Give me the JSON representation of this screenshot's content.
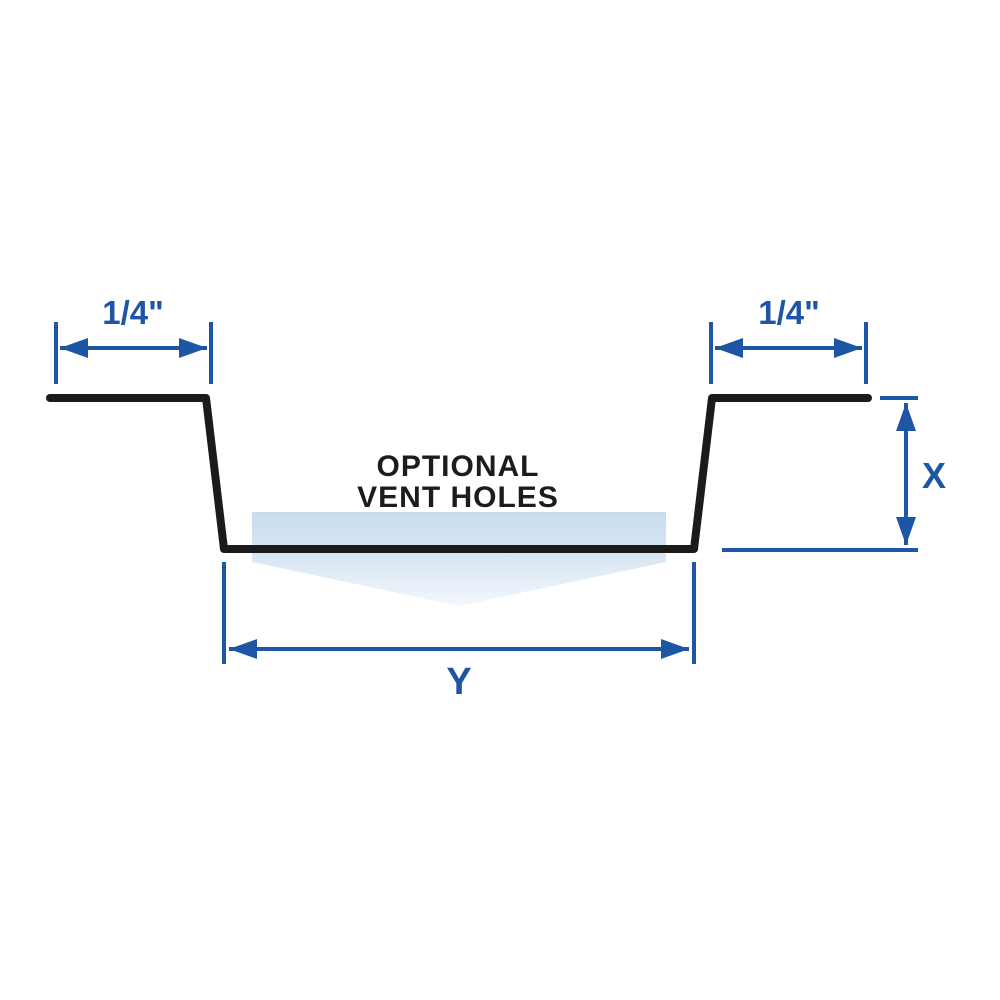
{
  "diagram": {
    "type": "technical-cross-section",
    "labels": {
      "left_flange_dim": "1/4\"",
      "right_flange_dim": "1/4\"",
      "vent_line1": "OPTIONAL",
      "vent_line2": "VENT HOLES",
      "depth_dim": "X",
      "width_dim": "Y"
    },
    "colors": {
      "dimension_blue": "#1d56a5",
      "profile_black": "#1b1b1b",
      "vent_fill_top": "#c9dcee",
      "vent_fill_bottom": "#f2f8fc",
      "background": "#ffffff"
    }
  }
}
